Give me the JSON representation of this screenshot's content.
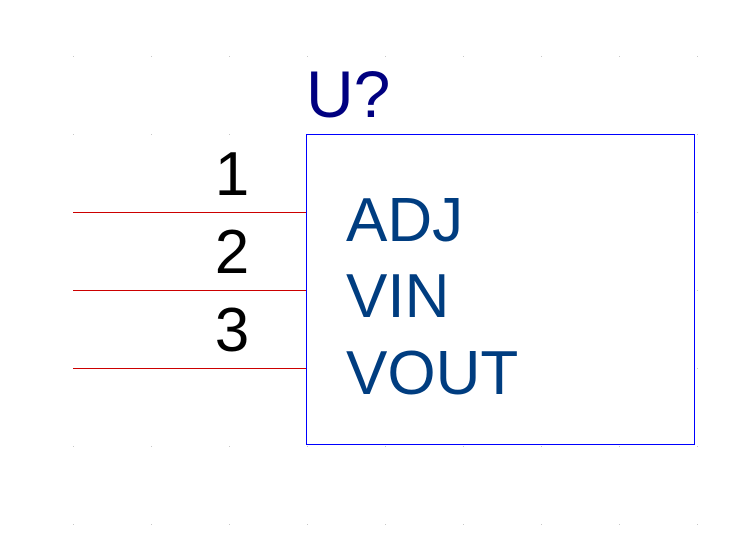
{
  "component": {
    "designator": "U?",
    "body_border_color": "#0000ff",
    "designator_color": "#000080"
  },
  "pins": [
    {
      "number": "1",
      "name": "ADJ"
    },
    {
      "number": "2",
      "name": "VIN"
    },
    {
      "number": "3",
      "name": "VOUT"
    }
  ],
  "colors": {
    "pin_line": "#cc0000",
    "pin_name": "#003d80",
    "pin_number": "#000000",
    "grid_dot": "#c8c8c8"
  }
}
